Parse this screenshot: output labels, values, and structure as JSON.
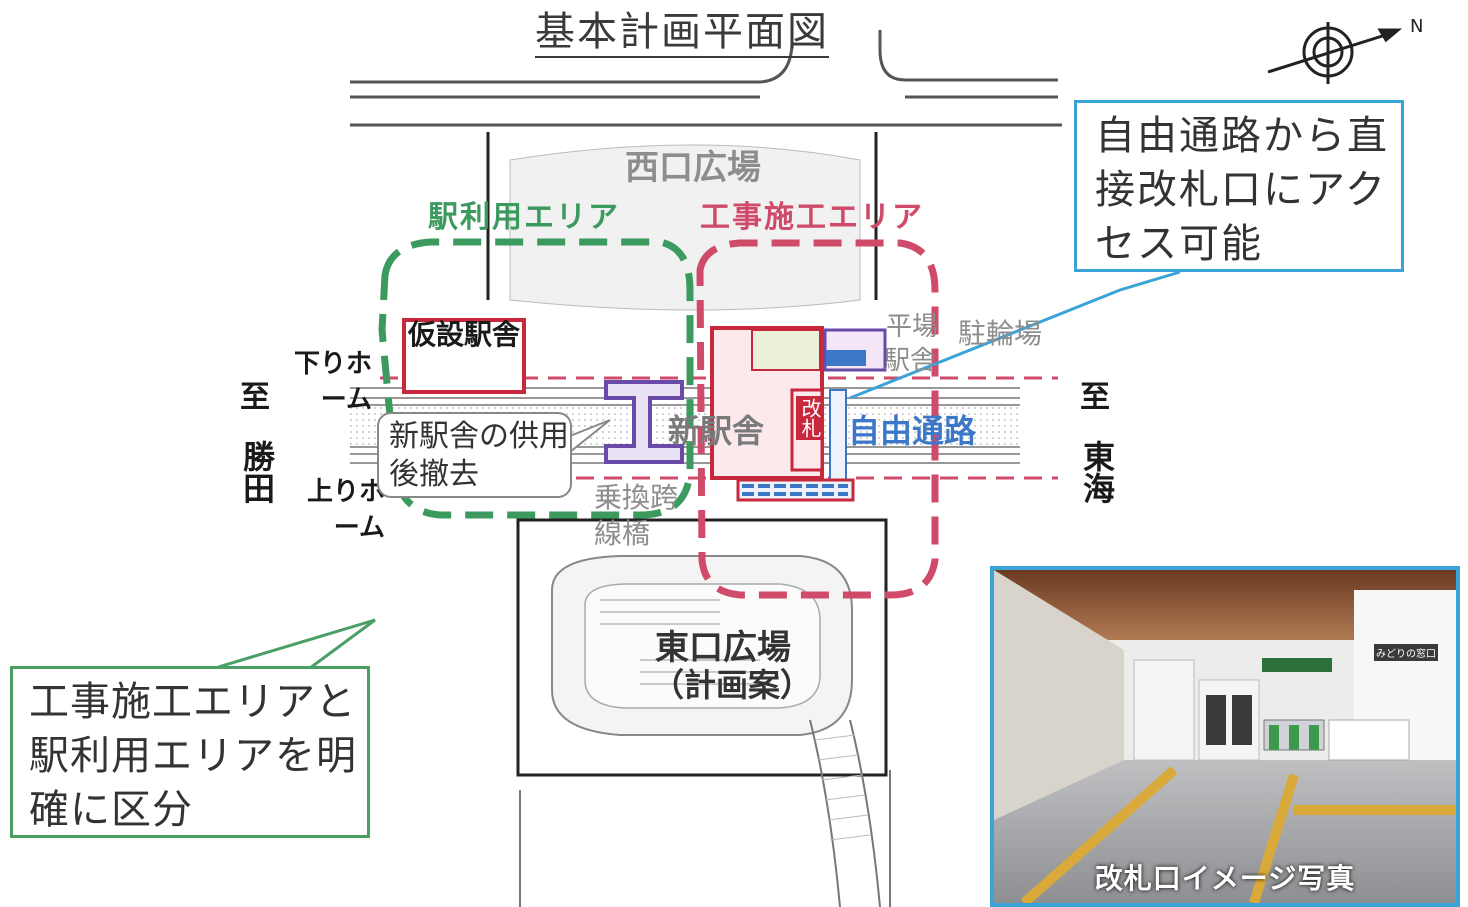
{
  "title": "基本計画平面図",
  "labels": {
    "west_plaza": "西口広場",
    "station_use_area": "駅利用エリア",
    "construction_area": "工事施工エリア",
    "temp_station": "仮設駅舎",
    "down_platform": "下りホーム",
    "up_platform": "上りホーム",
    "to_katsuta_to": "至",
    "to_katsuta_name": "勝田",
    "to_tokai_to": "至",
    "to_tokai_name": "東海",
    "new_station": "新駅舎",
    "ticket_gate": "改札",
    "free_passage": "自由通路",
    "flat_parking": "平場",
    "bicycle_parking": "駐輪場",
    "station_building": "駅舎",
    "transfer_bridge": "乗換跨線橋",
    "east_plaza": "東口広場",
    "east_plaza_note": "（計画案）"
  },
  "callouts": {
    "free_passage_access": "自由通路から直接改札口にアクセス可能",
    "area_division": "工事施工エリアと駅利用エリアを明確に区分",
    "removal_note": "新駅舎の供用後撤去"
  },
  "photo": {
    "caption": "改札口イメージ写真",
    "sign_text": "みどりの窓口"
  },
  "colors": {
    "station_use_green": "#3c9a5f",
    "construction_red": "#d04a6a",
    "callout_blue": "#3aa3d8",
    "building_red": "#c8283c",
    "purple": "#6a4aa8"
  },
  "icons": {
    "north_arrow": "compass-north-icon"
  }
}
